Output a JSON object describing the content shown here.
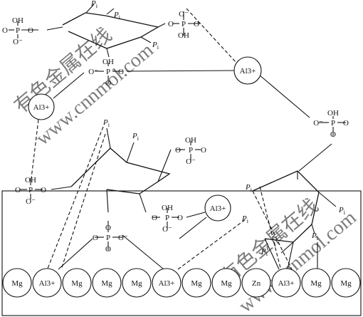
{
  "surface_ions": [
    "Mg",
    "Al3+",
    "Mg",
    "Mg",
    "Mg",
    "Al3+",
    "Mg",
    "Mg",
    "Zn",
    "Al3+",
    "Mg",
    "Mg"
  ],
  "free_ions": [
    "Al3+",
    "Al3+",
    "Al3+"
  ],
  "labels": {
    "pi": "P",
    "pi_sub": "i",
    "oh": "OH",
    "o": "O",
    "o_minus": "O⁻",
    "p": "P",
    "minus": "−"
  },
  "watermarks": [
    "有色金属在线",
    "www.cnnmol.com"
  ],
  "colors": {
    "line": "#111111",
    "background": "#ffffff",
    "watermark": "#c8c8c8"
  }
}
